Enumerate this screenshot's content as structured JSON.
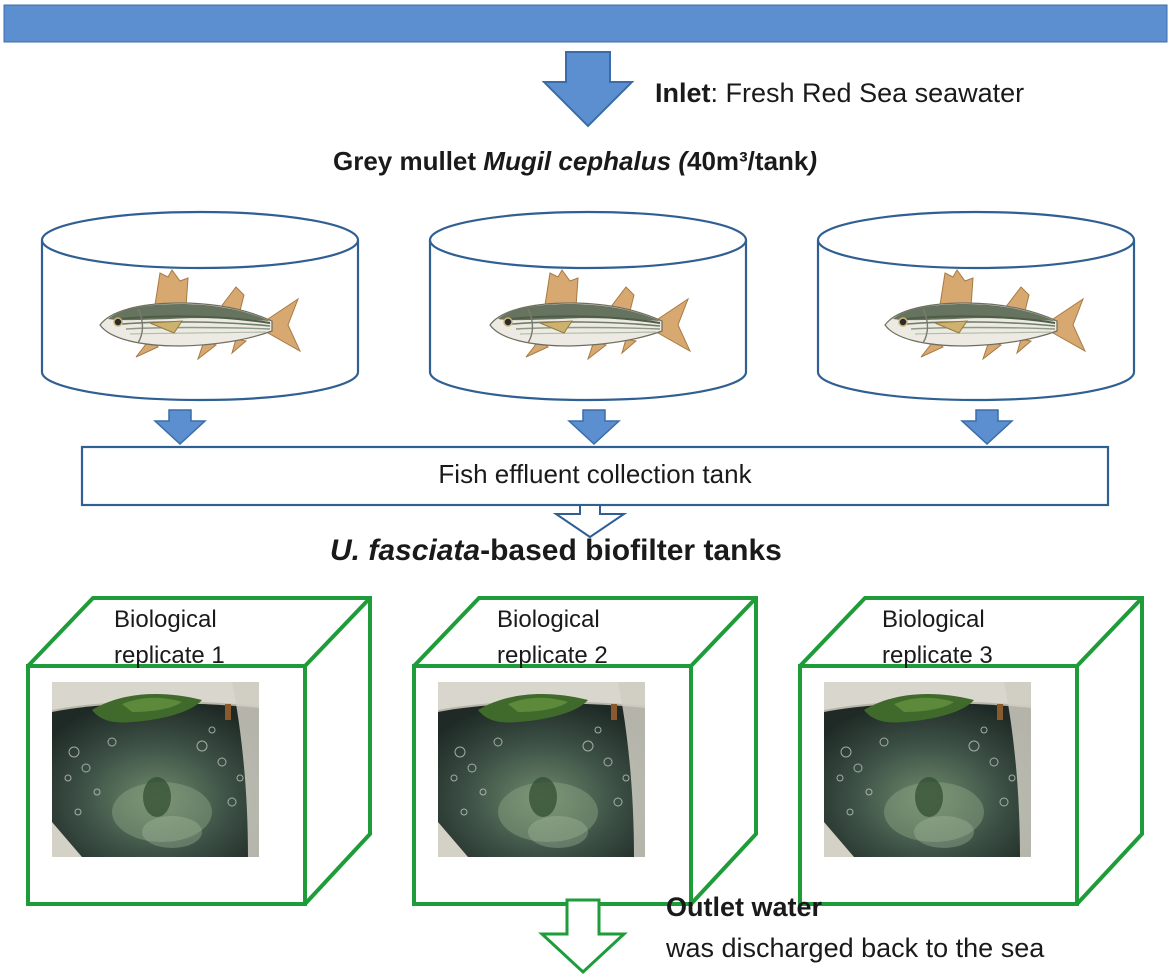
{
  "inlet": {
    "label": "Inlet",
    "text": ": Fresh Red Sea seawater"
  },
  "fish_tanks": {
    "heading_prefix": "Grey mullet ",
    "species_italic": "Mugil cephalus",
    "heading_paren_open": " (",
    "heading_volume": "40m³/tank",
    "heading_paren_close": ")",
    "count": 3
  },
  "collection_tank": {
    "label": "Fish effluent collection tank"
  },
  "biofilter": {
    "species_italic": "U. fasciata",
    "heading_suffix": "-based biofilter tanks",
    "replicates": [
      {
        "line1": "Biological",
        "line2": "replicate 1"
      },
      {
        "line1": "Biological",
        "line2": "replicate 2"
      },
      {
        "line1": "Biological",
        "line2": "replicate 3"
      }
    ]
  },
  "outlet": {
    "title": "Outlet water",
    "description": "was discharged back to the sea"
  },
  "colors": {
    "blue": "#5b8fcf",
    "blue_stroke": "#3a6da8",
    "tank_stroke": "#2f5f93",
    "green": "#1e9c3a"
  },
  "icons": [
    "fish-icon",
    "seaweed-photo",
    "arrow-down-icon"
  ]
}
